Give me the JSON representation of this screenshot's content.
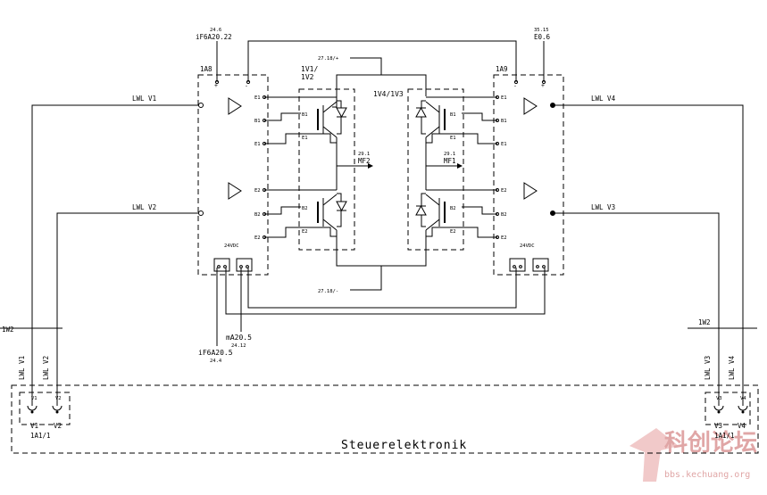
{
  "labels": {
    "ref_top_left": "24.6",
    "ref_top_left2": "iF6A20.22",
    "ref_top_right": "35.15",
    "ref_top_right2": "E0.6",
    "plus_bus": "27.18/+",
    "minus_bus": "27.18/-",
    "module_1A8": "1A8",
    "module_1A9": "1A9",
    "igbt_v1v2_a": "1V1/",
    "igbt_v1v2_b": "1V2",
    "igbt_v4v3": "1V4/1V3",
    "mf2_ref": "29.1",
    "mf2": "MF2",
    "mf1_ref": "29.1",
    "mf1": "MF1",
    "vdc_left": "24VDC",
    "vdc_right": "24VDC",
    "lwl_v1": "LWL V1",
    "lwl_v2": "LWL V2",
    "lwl_v3": "LWL V3",
    "lwl_v4": "LWL V4",
    "w2_left": "1W2",
    "w2_right": "1W2",
    "ma_ref": "mA20.5",
    "ma_ref2": "24.12",
    "if_ref": "iF6A20.5",
    "if_ref2": "24.4",
    "vert_lwl_v1": "LWL V1",
    "vert_lwl_v2": "LWL V2",
    "vert_lwl_v3": "LWL V3",
    "vert_lwl_v4": "LWL V4",
    "conn_v1": "V1",
    "conn_v2": "V2",
    "conn_v3": "V3",
    "conn_v4": "V4",
    "bot_v1": "V1",
    "bot_v2": "V2",
    "bot_v3": "V3",
    "bot_v4": "V4",
    "a1_left": "1A1/1",
    "a1_right": "1A1/1",
    "steuer": "Steuerelektronik",
    "pin_e1": "E1",
    "pin_b1": "B1",
    "pin_e2": "E2",
    "pin_b2": "B2",
    "pin_plus": "+",
    "pin_minus": "-"
  },
  "watermark": {
    "cn": "科创论坛",
    "url": "bbs.kechuang.org",
    "color": "#e0a6a6"
  }
}
